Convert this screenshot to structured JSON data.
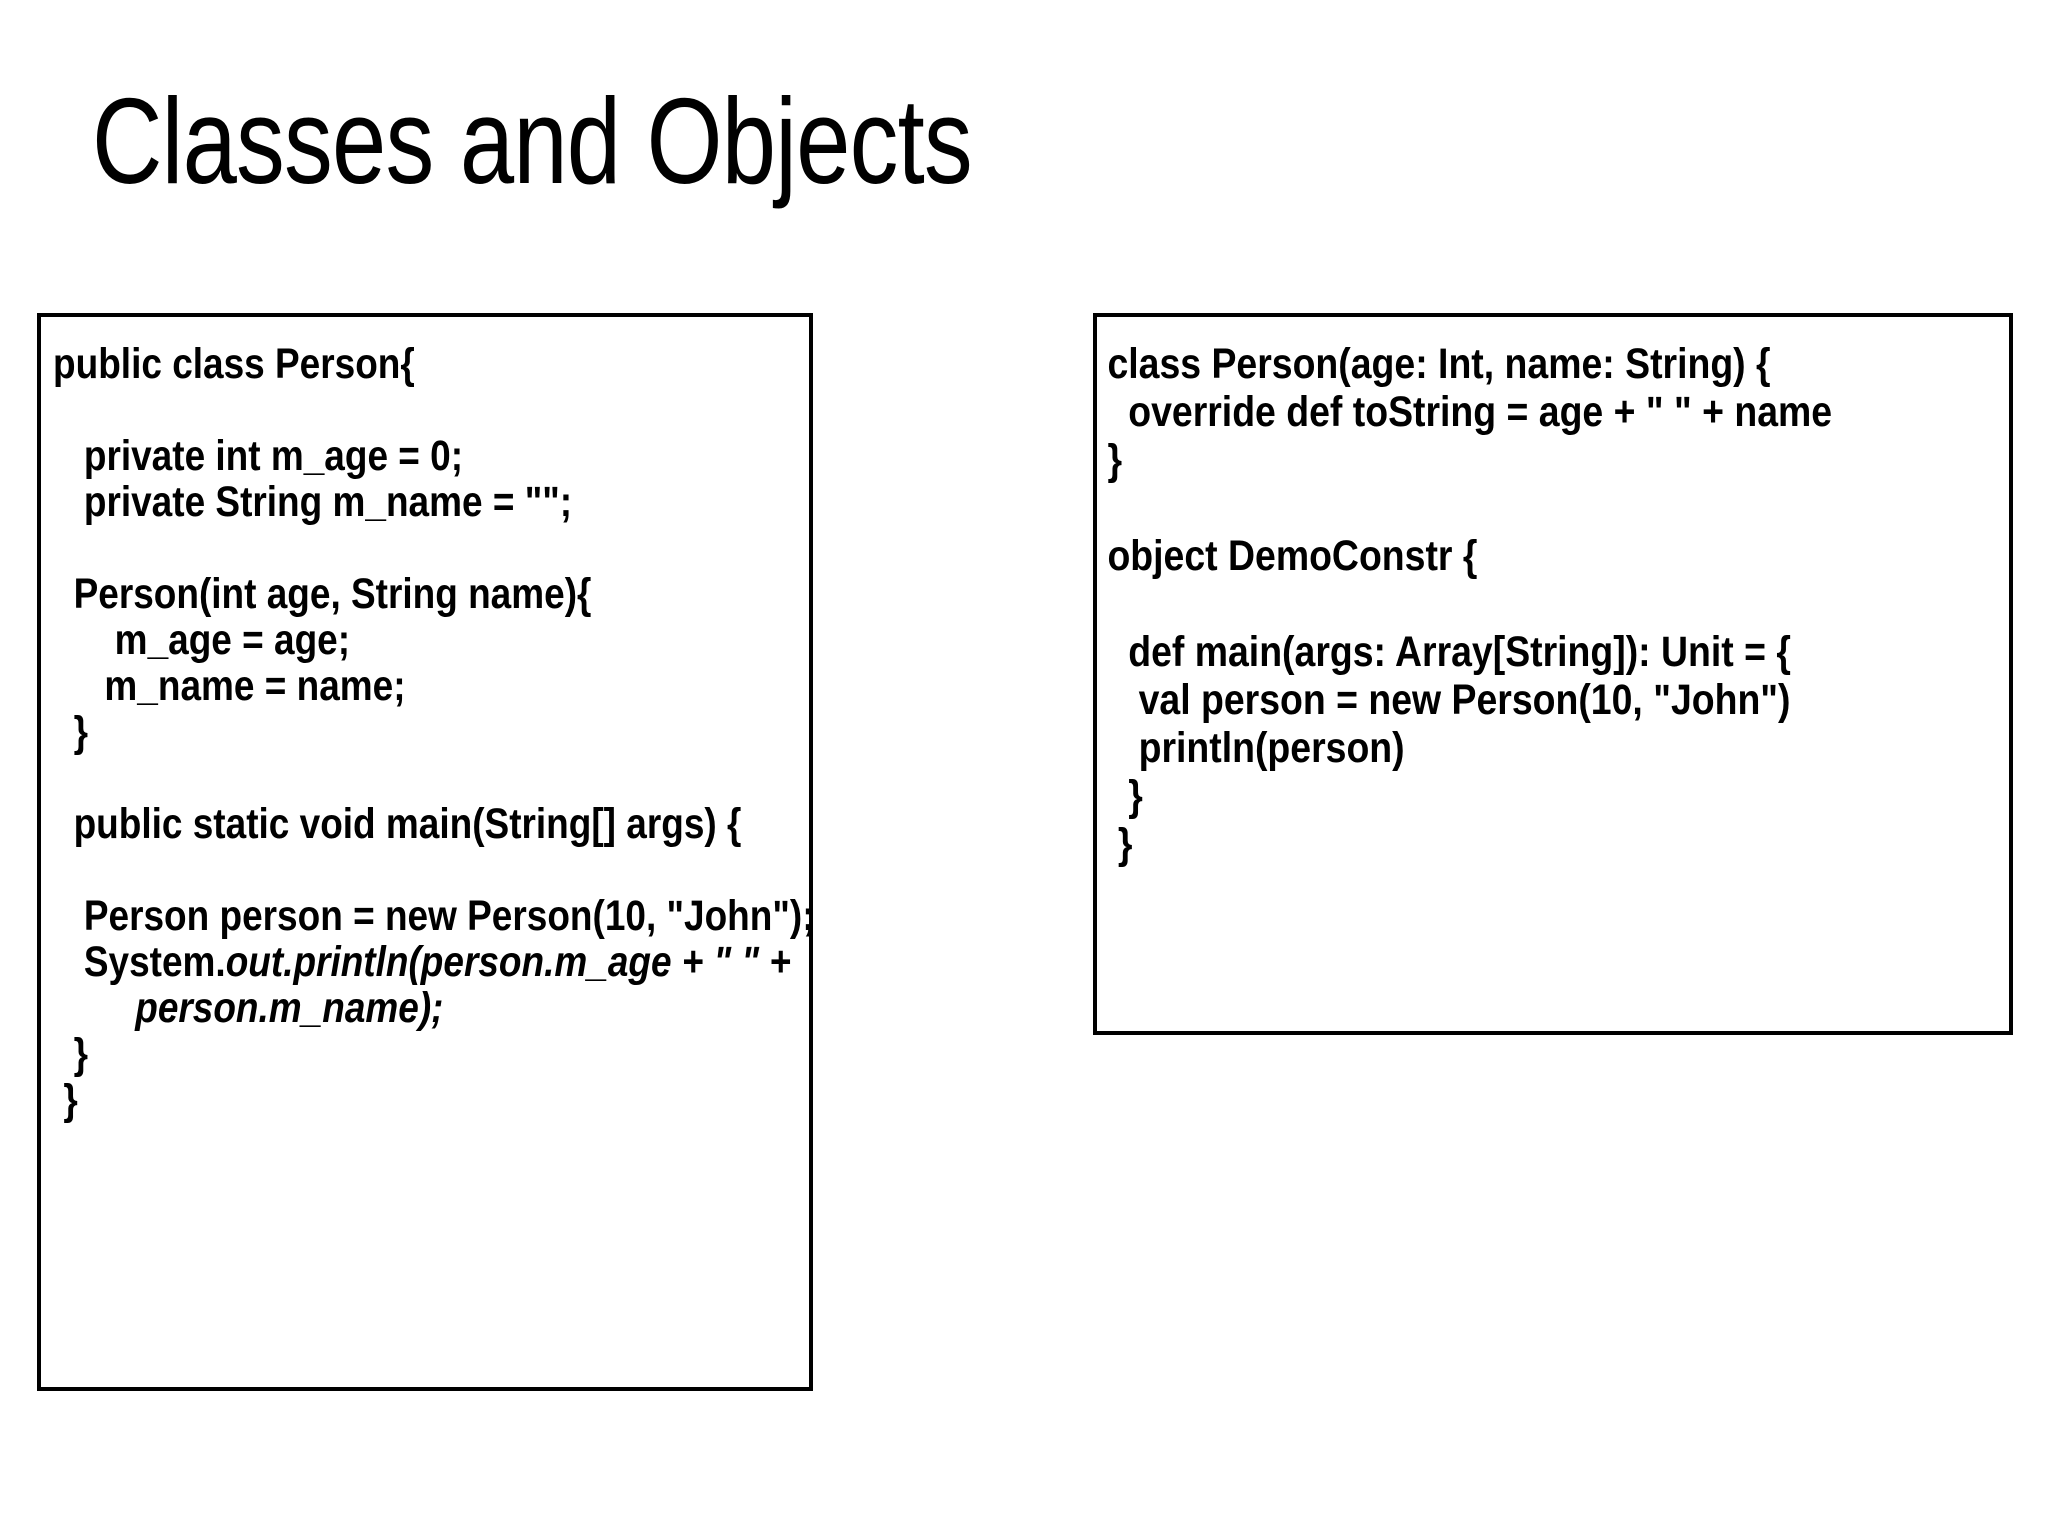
{
  "slide": {
    "title": "Classes and Objects",
    "background_color": "#FFFFFF",
    "text_color": "#000000",
    "border_color": "#000000"
  },
  "left_code_box": {
    "language": "Java",
    "lines": [
      "public class Person{",
      "",
      "   private int m_age = 0;",
      "   private String m_name = \"\";",
      "",
      "  Person(int age, String name){",
      "      m_age = age;",
      "     m_name = name;",
      "  }",
      "",
      "  public static void main(String[] args) {",
      "",
      "   Person person = new Person(10, \"John\");",
      "   System.out.println(person.m_age + \" \" +",
      "        person.m_name);",
      "  }",
      " }"
    ],
    "italic_lines": {
      "13": {
        "plain_prefix": "   System.",
        "italic_rest": "out.println(person.m_age + \" \" +"
      },
      "14": {
        "plain_prefix": "",
        "italic_rest": "        person.m_name);"
      }
    }
  },
  "right_code_box": {
    "language": "Scala",
    "lines": [
      "class Person(age: Int, name: String) {",
      "  override def toString = age + \" \" + name",
      "}",
      "",
      "object DemoConstr {",
      "",
      "  def main(args: Array[String]): Unit = {",
      "   val person = new Person(10, \"John\")",
      "   println(person)",
      "  }",
      " }"
    ]
  }
}
